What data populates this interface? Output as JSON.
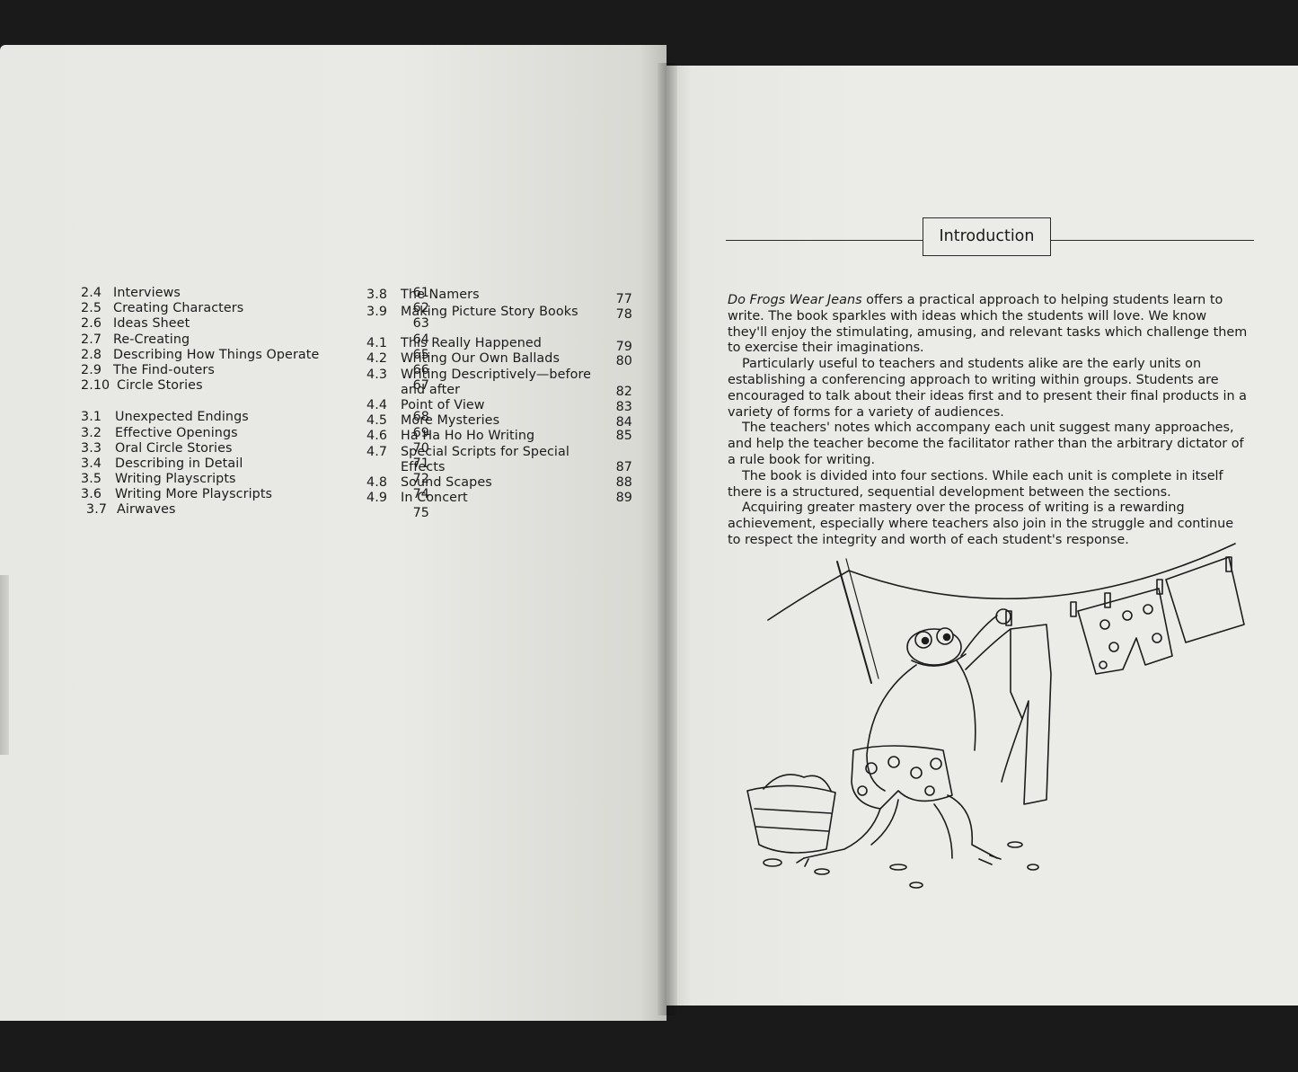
{
  "toc": {
    "column1": [
      {
        "num": "2.4",
        "title": "Interviews",
        "page": "61"
      },
      {
        "num": "2.5",
        "title": "Creating Characters",
        "page": "62"
      },
      {
        "num": "2.6",
        "title": "Ideas Sheet",
        "page": "63"
      },
      {
        "num": "2.7",
        "title": "Re-Creating",
        "page": "64"
      },
      {
        "num": "2.8",
        "title": "Describing How Things Operate",
        "page": "65"
      },
      {
        "num": "2.9",
        "title": "The Find-outers",
        "page": "66"
      },
      {
        "num": "2.10",
        "title": "Circle Stories",
        "page": "67"
      },
      {
        "num": "3.1",
        "title": "Unexpected Endings",
        "page": "68"
      },
      {
        "num": "3.2",
        "title": "Effective Openings",
        "page": "69"
      },
      {
        "num": "3.3",
        "title": "Oral Circle Stories",
        "page": "70"
      },
      {
        "num": "3.4",
        "title": "Describing in Detail",
        "page": "71"
      },
      {
        "num": "3.5",
        "title": "Writing Playscripts",
        "page": "72"
      },
      {
        "num": "3.6",
        "title": "Writing More Playscripts",
        "page": "74"
      },
      {
        "num": "3.7",
        "title": "Airwaves",
        "page": "75"
      }
    ],
    "column2": [
      {
        "num": "3.8",
        "title": "The Namers",
        "page": "77"
      },
      {
        "num": "3.9",
        "title": "Making Picture Story Books",
        "page": "78"
      },
      {
        "num": "4.1",
        "title": "This Really Happened",
        "page": "79"
      },
      {
        "num": "4.2",
        "title": "Writing Our Own Ballads",
        "page": "80"
      },
      {
        "num": "4.3",
        "title": "Writing Descriptively—before",
        "title2": "and after",
        "page": "82"
      },
      {
        "num": "4.4",
        "title": "Point of View",
        "page": "83"
      },
      {
        "num": "4.5",
        "title": "More Mysteries",
        "page": "84"
      },
      {
        "num": "4.6",
        "title": "Ha Ha Ho Ho Writing",
        "page": "85"
      },
      {
        "num": "4.7",
        "title": "Special Scripts for Special",
        "title2": "Effects",
        "page": "87"
      },
      {
        "num": "4.8",
        "title": "Sound Scapes",
        "page": "88"
      },
      {
        "num": "4.9",
        "title": "In Concert",
        "page": "89"
      }
    ]
  },
  "introduction": {
    "heading": "Introduction",
    "book_title": "Do Frogs Wear Jeans",
    "p1_rest": " offers a practical approach to helping students learn to write. The book sparkles with ideas which the students will love. We know they'll enjoy the stimulating, amusing, and relevant tasks which challenge them to exercise their imaginations.",
    "p2": "Particularly useful to teachers and students alike are the early units on establishing a conferencing approach to writing within groups. Students are encouraged to talk about their ideas first and to present their final products in a variety of forms for a variety of audiences.",
    "p3": "The teachers' notes which accompany each unit suggest many approaches, and help the teacher become the facilitator rather than the arbitrary dictator of a rule book for writing.",
    "p4": "The book is divided into four sections. While each unit is complete in itself there is a structured, sequential development between the sections.",
    "p5": "Acquiring greater mastery over the process of writing is a rewarding achievement, especially where teachers also join in the struggle and continue to respect the integrity and worth of each student's response."
  }
}
